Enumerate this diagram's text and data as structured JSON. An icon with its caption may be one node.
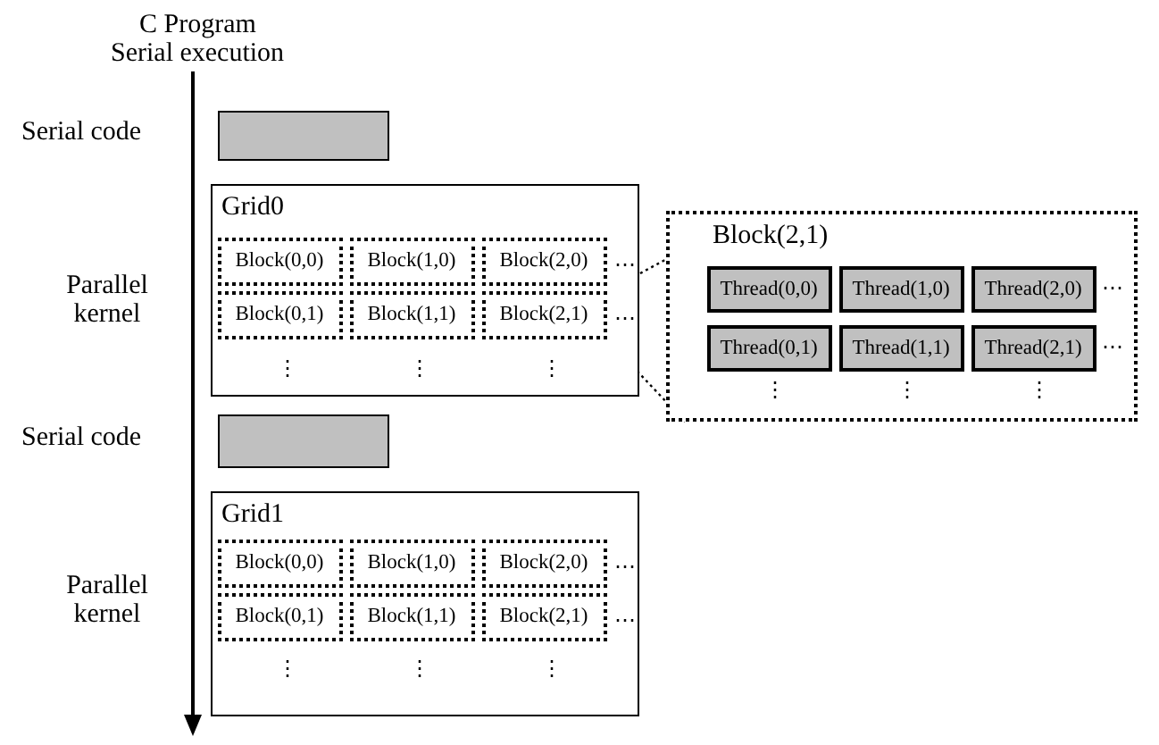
{
  "diagram": {
    "nodes": [
      {
        "text": [],
        "shape": "box",
        "beside": [
          "Serial code"
        ]
      },
      {
        "text": [
          "Grid0"
        ],
        "beside": [
          "Parallel kernel"
        ]
      },
      {
        "text": [
          "Block(0,0)"
        ],
        "in": 1
      },
      {
        "text": [
          "Block(1,0)"
        ],
        "in": 1
      },
      {
        "text": [
          "Block(2,0)"
        ],
        "in": 1
      },
      {
        "text": [
          "Block(0,1)"
        ],
        "in": 1
      },
      {
        "text": [
          "Block(1,1)"
        ],
        "in": 1
      },
      {
        "text": [
          "Block(2,1)"
        ],
        "in": 1
      },
      {
        "text": [],
        "shape": "box",
        "beside": [
          "Serial code"
        ]
      },
      {
        "text": [
          "Grid1"
        ],
        "beside": [
          "Parallel kernel"
        ]
      },
      {
        "text": [
          "Block(0,0)"
        ],
        "in": 9
      },
      {
        "text": [
          "Block(1,0)"
        ],
        "in": 9
      },
      {
        "text": [
          "Block(2,0)"
        ],
        "in": 9
      },
      {
        "text": [
          "Block(0,1)"
        ],
        "in": 9
      },
      {
        "text": [
          "Block(1,1)"
        ],
        "in": 9
      },
      {
        "text": [
          "Block(2,1)"
        ],
        "in": 9
      },
      {
        "text": [
          "Block(2,1)"
        ]
      },
      {
        "text": [
          "Thread(0,0)"
        ],
        "in": 16
      },
      {
        "text": [
          "Thread(1,0)"
        ],
        "in": 16
      },
      {
        "text": [
          "Thread(2,0)"
        ],
        "in": 16
      },
      {
        "text": [
          "Thread(0,1)"
        ],
        "in": 16
      },
      {
        "text": [
          "Thread(1,1)"
        ],
        "in": 16
      },
      {
        "text": [
          "Thread(2,1)"
        ],
        "in": 16
      }
    ],
    "edges": [
      {
        "from": 7,
        "to": 16,
        "arrow": "none",
        "style": "dashed"
      },
      {
        "from": 7,
        "to": 16,
        "arrow": "none",
        "style": "dashed"
      }
    ],
    "labels": [
      "C Program",
      "Serial execution",
      "⋯",
      "⋯",
      "⋮",
      "⋮",
      "⋮",
      "⋯",
      "⋯",
      "⋮",
      "⋮",
      "⋮",
      "⋯",
      "⋯",
      "⋮",
      "⋮",
      "⋮"
    ]
  }
}
